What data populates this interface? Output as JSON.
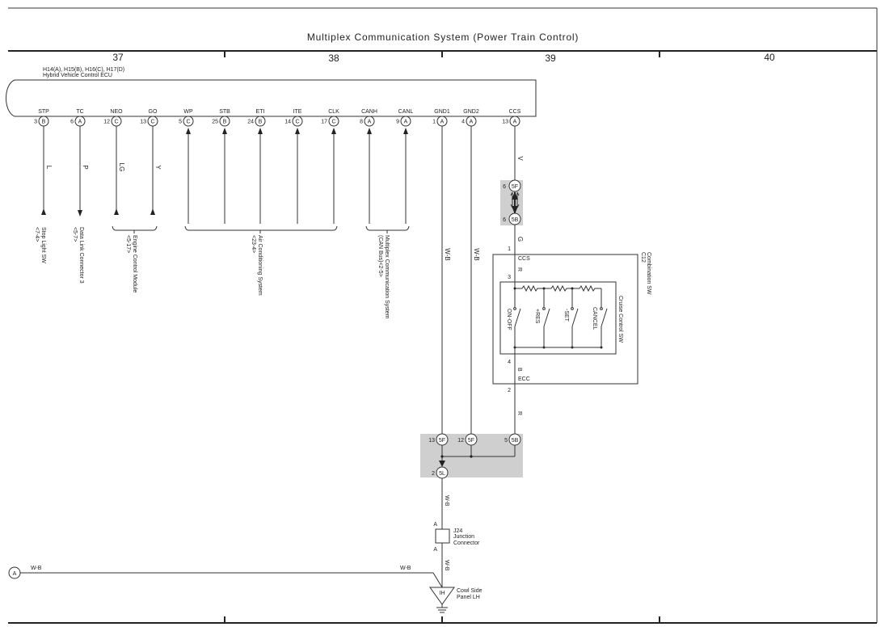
{
  "title": "Multiplex Communication System (Power Train Control)",
  "columns": [
    "37",
    "38",
    "39",
    "40"
  ],
  "ecu": {
    "label_line1": "H14(A), H15(B), H16(C), H17(D)",
    "label_line2": "Hybrid Vehicle Control ECU",
    "pins": [
      {
        "name": "STP",
        "num": "3",
        "conn": "B",
        "wire": "L"
      },
      {
        "name": "TC",
        "num": "6",
        "conn": "A",
        "wire": "P"
      },
      {
        "name": "NEO",
        "num": "12",
        "conn": "C",
        "wire": "LG"
      },
      {
        "name": "GO",
        "num": "13",
        "conn": "C",
        "wire": "Y"
      },
      {
        "name": "WP",
        "num": "5",
        "conn": "C",
        "wire": ""
      },
      {
        "name": "STB",
        "num": "25",
        "conn": "B",
        "wire": ""
      },
      {
        "name": "ETI",
        "num": "24",
        "conn": "B",
        "wire": ""
      },
      {
        "name": "ITE",
        "num": "14",
        "conn": "C",
        "wire": ""
      },
      {
        "name": "CLK",
        "num": "17",
        "conn": "C",
        "wire": ""
      },
      {
        "name": "CANH",
        "num": "8",
        "conn": "A",
        "wire": ""
      },
      {
        "name": "CANL",
        "num": "9",
        "conn": "A",
        "wire": ""
      },
      {
        "name": "GND1",
        "num": "1",
        "conn": "A",
        "wire": "W-B"
      },
      {
        "name": "GND2",
        "num": "4",
        "conn": "A",
        "wire": "W-B"
      },
      {
        "name": "CCS",
        "num": "13",
        "conn": "A",
        "wire": "V"
      }
    ]
  },
  "destinations": {
    "stop_light": {
      "line1": "Stop Light SW",
      "line2": "<7-4>"
    },
    "dlc3": {
      "line1": "Data Link Connector 3",
      "line2": "<5-7>"
    },
    "ecm": {
      "line1": "Engine Control Module",
      "line2": "<5-17>"
    },
    "ac": {
      "line1": "Air Conditioning System",
      "line2": "<23-4>"
    },
    "mpx": {
      "line1": "Multiplex Communication System",
      "line2": "(CAN Bus)<2-5>"
    }
  },
  "junction_5f_5b": {
    "top_pin": "6",
    "top_conn": "5F",
    "bottom_pin": "6",
    "bottom_conn": "5B"
  },
  "wire_g": "G",
  "c12": {
    "code": "C12",
    "name": "Combination SW",
    "sub_name": "Cruise Control SW",
    "pin_top": "1",
    "top_label": "CCS",
    "wire_r_top": "R",
    "pin3": "3",
    "pin4": "4",
    "wire_b": "B",
    "bottom_label": "ECC",
    "pin_bottom": "2",
    "switches": [
      "ON-OFF",
      "+RES",
      "-SET",
      "CANCEL"
    ]
  },
  "wire_r_bottom": "R",
  "ground_junction": {
    "pins": [
      {
        "num": "13",
        "conn": "5F"
      },
      {
        "num": "12",
        "conn": "5F"
      },
      {
        "num": "5",
        "conn": "5B"
      }
    ],
    "out_num": "2",
    "out_conn": "5L"
  },
  "wire_wb_lower": "W-B",
  "j24": {
    "code": "J24",
    "line1": "Junction",
    "line2": "Connector",
    "pin_a": "A"
  },
  "wire_wb_j24": "W-B",
  "ground_point": {
    "code": "IH",
    "line1": "Cowl Side",
    "line2": "Panel LH"
  },
  "left_connector": {
    "label": "A",
    "wire": "W-B",
    "wire_right": "W-B"
  }
}
